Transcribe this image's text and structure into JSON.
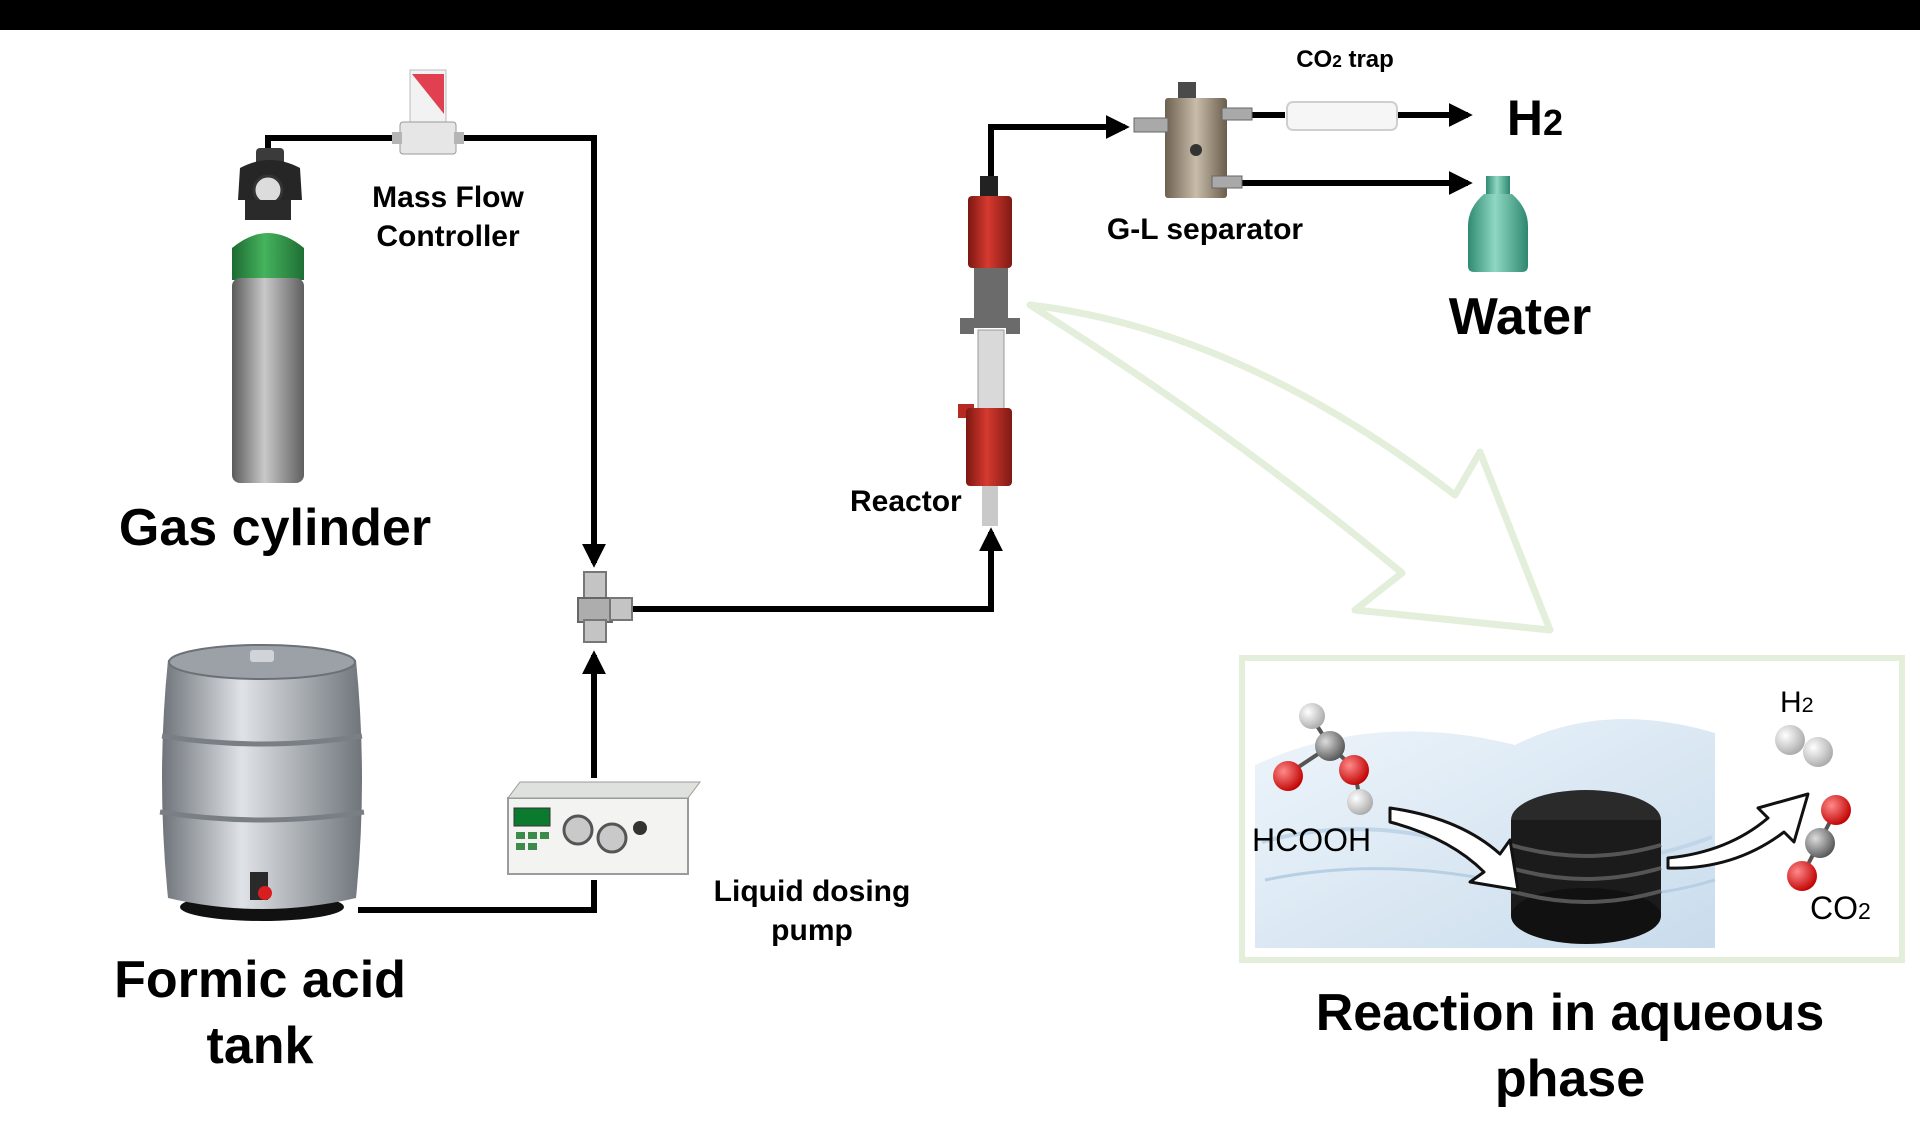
{
  "labels": {
    "gas_cylinder": "Gas cylinder",
    "mass_flow_controller_line1": "Mass Flow",
    "mass_flow_controller_line2": "Controller",
    "formic_acid_tank_line1": "Formic acid",
    "formic_acid_tank_line2": "tank",
    "liquid_dosing_pump_line1": "Liquid dosing",
    "liquid_dosing_pump_line2": "pump",
    "reactor": "Reactor",
    "gl_separator": "G-L separator",
    "co2_trap_prefix": "CO",
    "co2_trap_sub": "2",
    "co2_trap_suffix": " trap",
    "h2_output_main": "H",
    "h2_output_sub": "2",
    "water_output": "Water",
    "reaction_title_line1": "Reaction in aqueous",
    "reaction_title_line2": "phase"
  },
  "inset": {
    "reactant": "HCOOH",
    "product_h2_main": "H",
    "product_h2_sub": "2",
    "product_co2_main": "CO",
    "product_co2_sub": "2"
  },
  "colors": {
    "pipe": "#000000",
    "cylinder_top": "#2f9a48",
    "cylinder_body": "#8d8d8d",
    "reactor_red": "#b72a22",
    "bottle": "#4fae94",
    "highlight_arrow": "#e3efda",
    "inset_border": "#e3efda",
    "oxygen_atom": "#d81414",
    "carbon_atom": "#8a8a8a",
    "hydrogen_atom": "#e6e6e6"
  }
}
